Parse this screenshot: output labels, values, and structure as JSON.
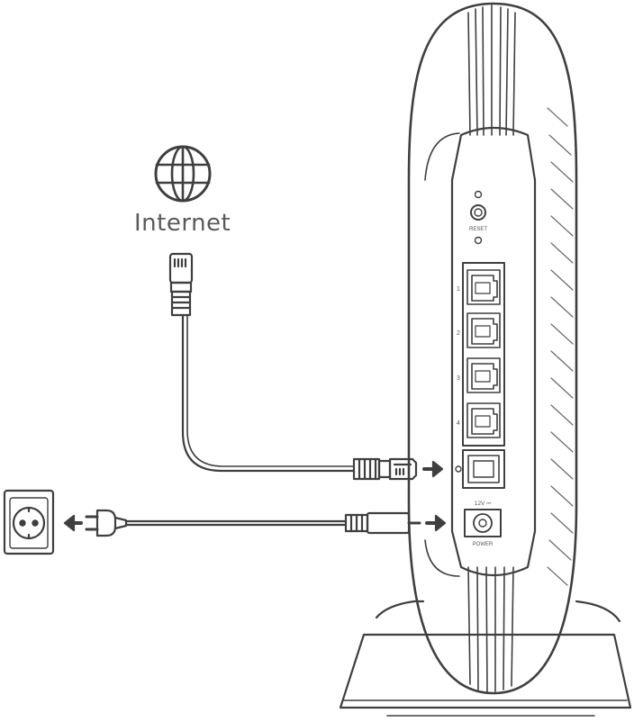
{
  "diagram": {
    "internet_label": "Internet",
    "reset_label": "RESET",
    "power_label": "POWER",
    "power_spec_label": "12V ⎓",
    "lan_port_numbers": [
      "1",
      "2",
      "3",
      "4"
    ]
  },
  "colors": {
    "line": "#3f3f3f",
    "ink": "#4a4a4a",
    "background": "#ffffff"
  }
}
